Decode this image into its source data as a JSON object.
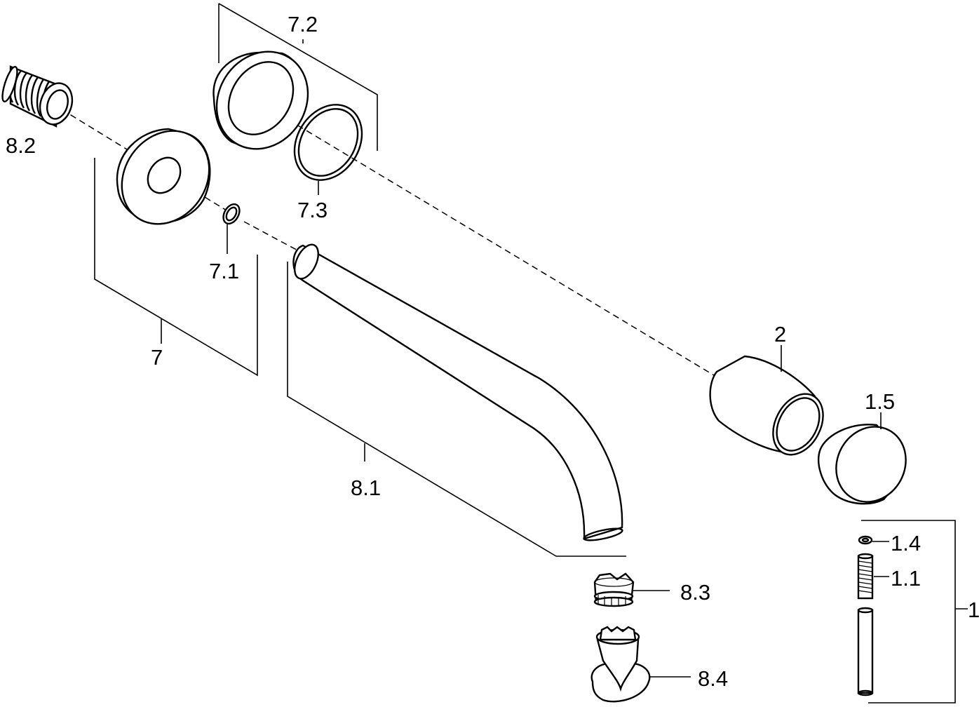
{
  "labels": {
    "p8_2": "8.2",
    "p7_2": "7.2",
    "p7_3": "7.3",
    "p7_1": "7.1",
    "p7": "7",
    "p8_1": "8.1",
    "p2": "2",
    "p1_5": "1.5",
    "p1_4": "1.4",
    "p1_1": "1.1",
    "p1": "1",
    "p8_3": "8.3",
    "p8_4": "8.4"
  }
}
